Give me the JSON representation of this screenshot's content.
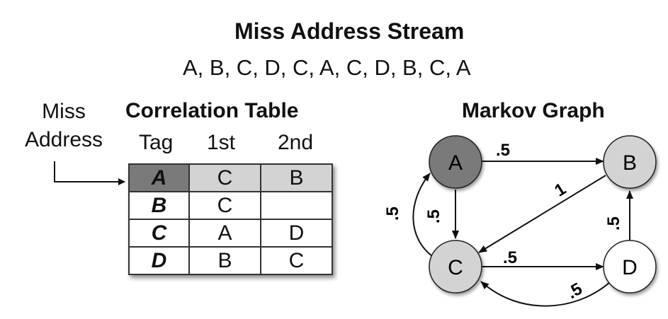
{
  "title": "Miss Address Stream",
  "stream": "A, B, C, D, C, A, C, D, B, C, A",
  "miss_label_line1": "Miss",
  "miss_label_line2": "Address",
  "table": {
    "title": "Correlation Table",
    "headers": [
      "Tag",
      "1st",
      "2nd"
    ],
    "rows": [
      {
        "tag": "A",
        "first": "C",
        "second": "B"
      },
      {
        "tag": "B",
        "first": "C",
        "second": ""
      },
      {
        "tag": "C",
        "first": "A",
        "second": "D"
      },
      {
        "tag": "D",
        "first": "B",
        "second": "C"
      }
    ]
  },
  "graph": {
    "title": "Markov Graph",
    "nodes": [
      {
        "id": "A",
        "label": "A",
        "fill": "#7a7a7a"
      },
      {
        "id": "B",
        "label": "B",
        "fill": "#d3d3d3"
      },
      {
        "id": "C",
        "label": "C",
        "fill": "#d3d3d3"
      },
      {
        "id": "D",
        "label": "D",
        "fill": "#ffffff"
      }
    ],
    "edges": [
      {
        "from": "A",
        "to": "B",
        "label": ".5"
      },
      {
        "from": "A",
        "to": "C",
        "label": ".5"
      },
      {
        "from": "C",
        "to": "A",
        "label": ".5"
      },
      {
        "from": "B",
        "to": "C",
        "label": "1"
      },
      {
        "from": "C",
        "to": "D",
        "label": ".5"
      },
      {
        "from": "D",
        "to": "B",
        "label": ".5"
      },
      {
        "from": "D",
        "to": "C",
        "label": ".5"
      }
    ]
  }
}
